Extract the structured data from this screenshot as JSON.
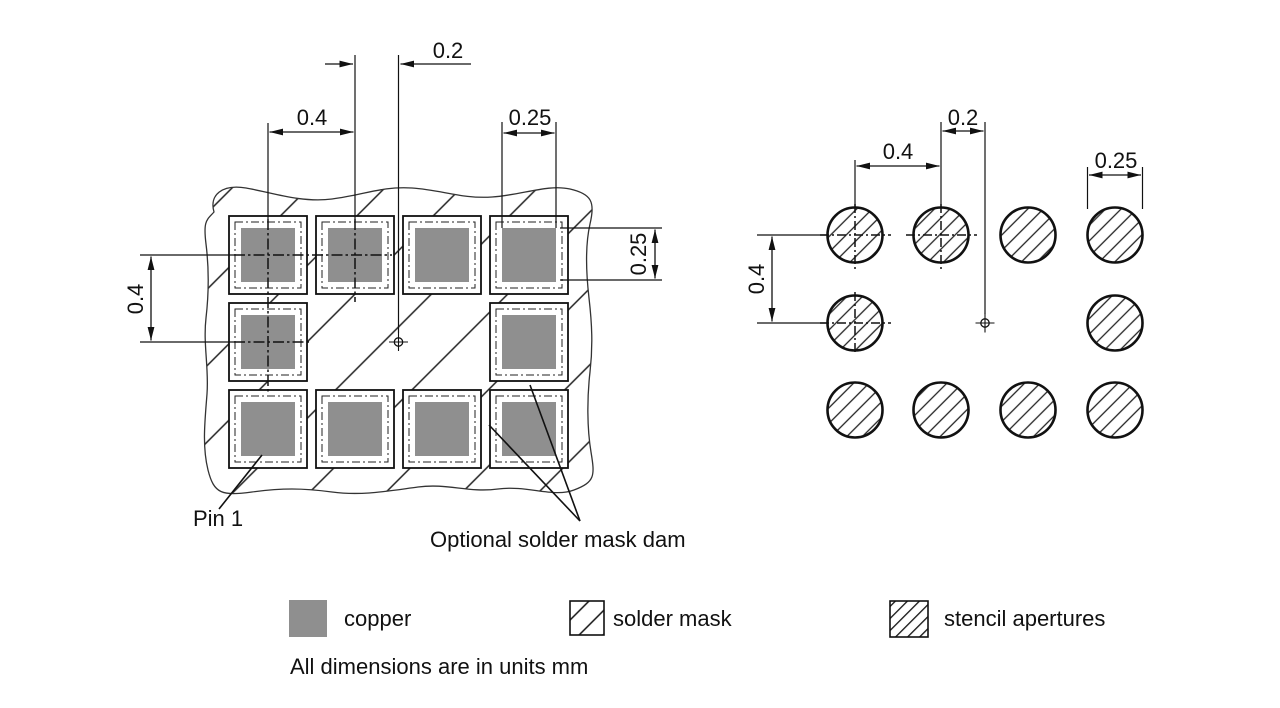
{
  "left_diagram": {
    "dim_ball_offset_from_center": "0.2",
    "dim_pad_pitch_horizontal": "0.4",
    "dim_pad_width": "0.25",
    "dim_pad_height": "0.25",
    "dim_pad_pitch_vertical": "0.4",
    "pin1_label": "Pin 1",
    "solder_mask_dam_label": "Optional solder mask dam"
  },
  "right_diagram": {
    "dim_aperture_offset_from_center": "0.2",
    "dim_aperture_pitch_horizontal": "0.4",
    "dim_aperture_diameter": "0.25",
    "dim_aperture_pitch_vertical": "0.4"
  },
  "legend": {
    "copper_label": "copper",
    "solder_mask_label": "solder mask",
    "stencil_apertures_label": "stencil apertures"
  },
  "footnote": "All dimensions are in units mm",
  "colors": {
    "copper_fill": "#8f8f8f",
    "line": "#111111",
    "background": "#ffffff"
  }
}
